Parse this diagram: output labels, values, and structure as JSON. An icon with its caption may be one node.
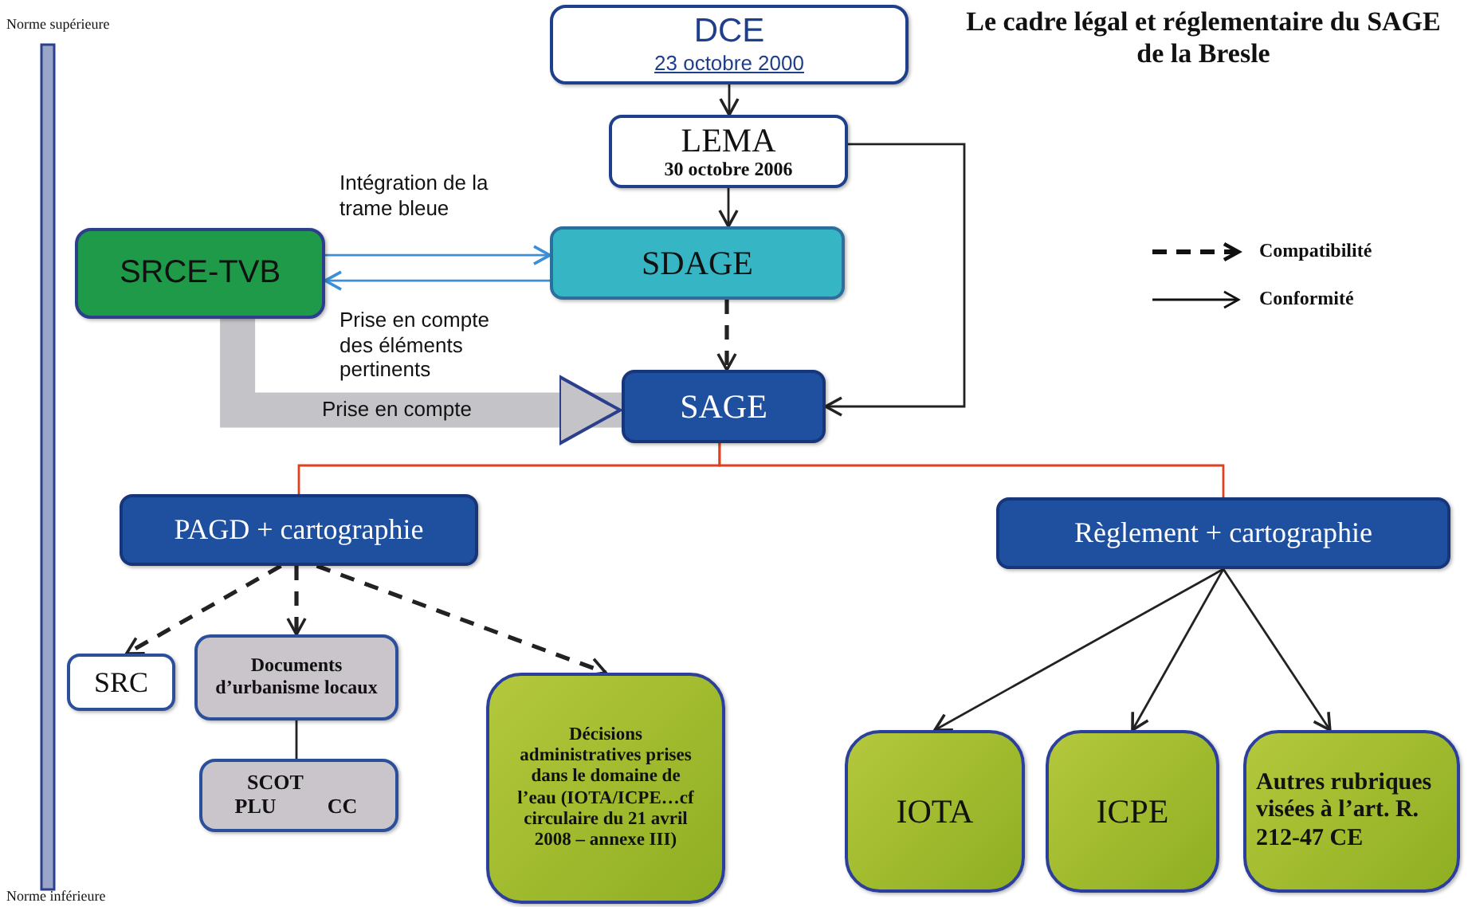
{
  "diagram": {
    "title": "Le cadre légal et réglementaire du SAGE de la Bresle",
    "nodes": [
      {
        "text": [
          "DCE",
          "23 octobre 2000"
        ]
      },
      {
        "text": [
          "LEMA",
          "30 octobre 2006"
        ]
      },
      {
        "text": [
          "SRCE-TVB"
        ]
      },
      {
        "text": [
          "SDAGE"
        ]
      },
      {
        "text": [
          "SAGE"
        ]
      },
      {
        "text": [
          "PAGD + cartographie"
        ]
      },
      {
        "text": [
          "Règlement + cartographie"
        ]
      },
      {
        "text": [
          "SRC"
        ]
      },
      {
        "text": [
          "Documents d’urbanisme locaux"
        ]
      },
      {
        "text": [
          "SCOT",
          "PLU",
          "CC"
        ]
      },
      {
        "text": [
          "Décisions administratives prises dans le domaine de l’eau (IOTA/ICPE…cf circulaire du 21 avril 2008 – annexe III)"
        ]
      },
      {
        "text": [
          "IOTA"
        ]
      },
      {
        "text": [
          "ICPE"
        ]
      },
      {
        "text": [
          "Autres rubriques visées à l’art. R. 212-47 CE"
        ]
      }
    ],
    "edges": [
      {
        "from": 0,
        "to": 1,
        "arrow": "to"
      },
      {
        "from": 1,
        "to": 3,
        "arrow": "to"
      },
      {
        "from": 1,
        "to": 4,
        "arrow": "to"
      },
      {
        "from": 2,
        "to": 3,
        "arrow": "to",
        "color": "#3a8fd8",
        "label": "Intégration de la trame bleue"
      },
      {
        "from": 3,
        "to": 2,
        "arrow": "to",
        "color": "#3a8fd8",
        "label": "Prise en compte des éléments pertinents"
      },
      {
        "from": 2,
        "to": 4,
        "arrow": "to",
        "style": "thick",
        "color": "#c4c4c8",
        "label": "Prise en compte"
      },
      {
        "from": 3,
        "to": 4,
        "arrow": "to",
        "style": "dashed"
      },
      {
        "from": 4,
        "to": 5,
        "arrow": "none",
        "color": "#e0401c"
      },
      {
        "from": 4,
        "to": 6,
        "arrow": "none",
        "color": "#e0401c"
      },
      {
        "from": 5,
        "to": 7,
        "arrow": "to",
        "style": "dashed"
      },
      {
        "from": 5,
        "to": 8,
        "arrow": "to",
        "style": "dashed"
      },
      {
        "from": 5,
        "to": 10,
        "arrow": "to",
        "style": "dashed"
      },
      {
        "from": 8,
        "to": 9,
        "arrow": "none"
      },
      {
        "from": 6,
        "to": 11,
        "arrow": "to"
      },
      {
        "from": 6,
        "to": 12,
        "arrow": "to"
      },
      {
        "from": 6,
        "to": 13,
        "arrow": "to"
      }
    ],
    "labels": [
      "Norme supérieure",
      "Norme inférieure"
    ],
    "legend": [
      {
        "text": "Compatibilité"
      },
      {
        "text": "Conformité"
      }
    ]
  }
}
